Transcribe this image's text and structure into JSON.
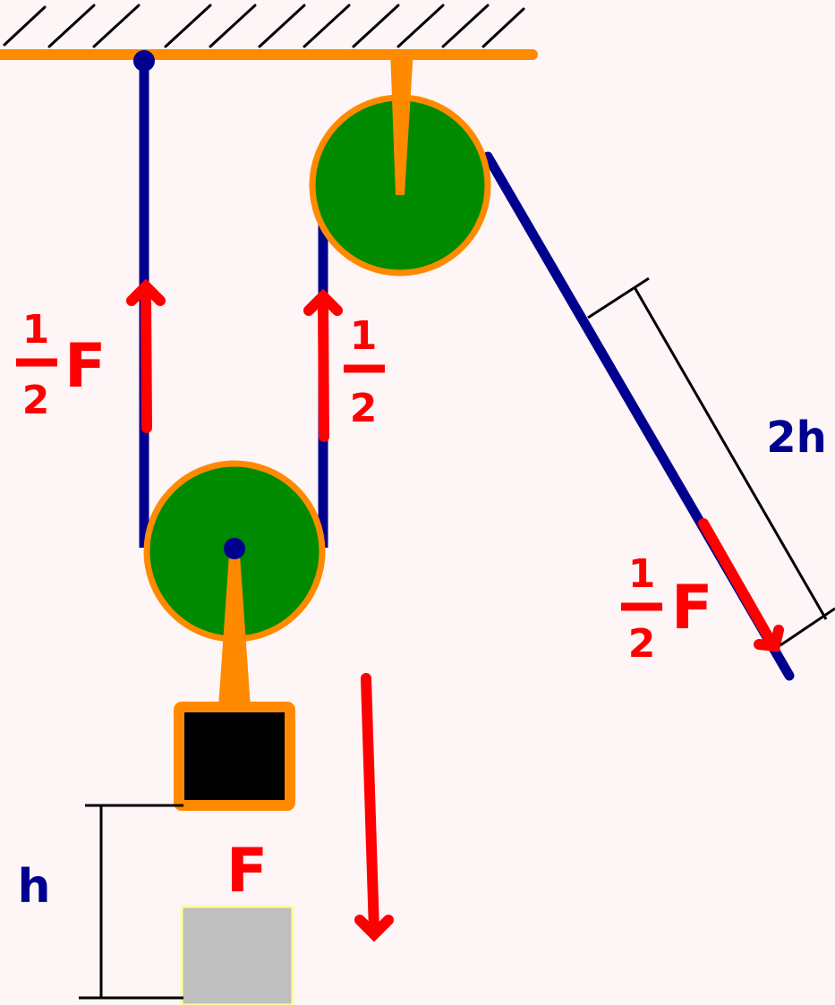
{
  "diagram": {
    "labels": {
      "half_numerator": "1",
      "half_denominator": "2",
      "force_symbol": "F",
      "height_h": "h",
      "height_2h": "2h"
    },
    "colors": {
      "background": "#fdf5f6",
      "rope": "#00008f",
      "beam": "#ff8a00",
      "pulley_fill": "#008a00",
      "pulley_rim": "#ff8a00",
      "force_arrow": "#ff0000",
      "load_fill": "#000000",
      "load_border": "#ff8a00",
      "ghost_load_fill": "#bfbfbf",
      "ghost_load_border": "#ffff99",
      "dimension_line": "#000000",
      "label_dark": "#00008f",
      "label_red": "#ff0000"
    }
  }
}
